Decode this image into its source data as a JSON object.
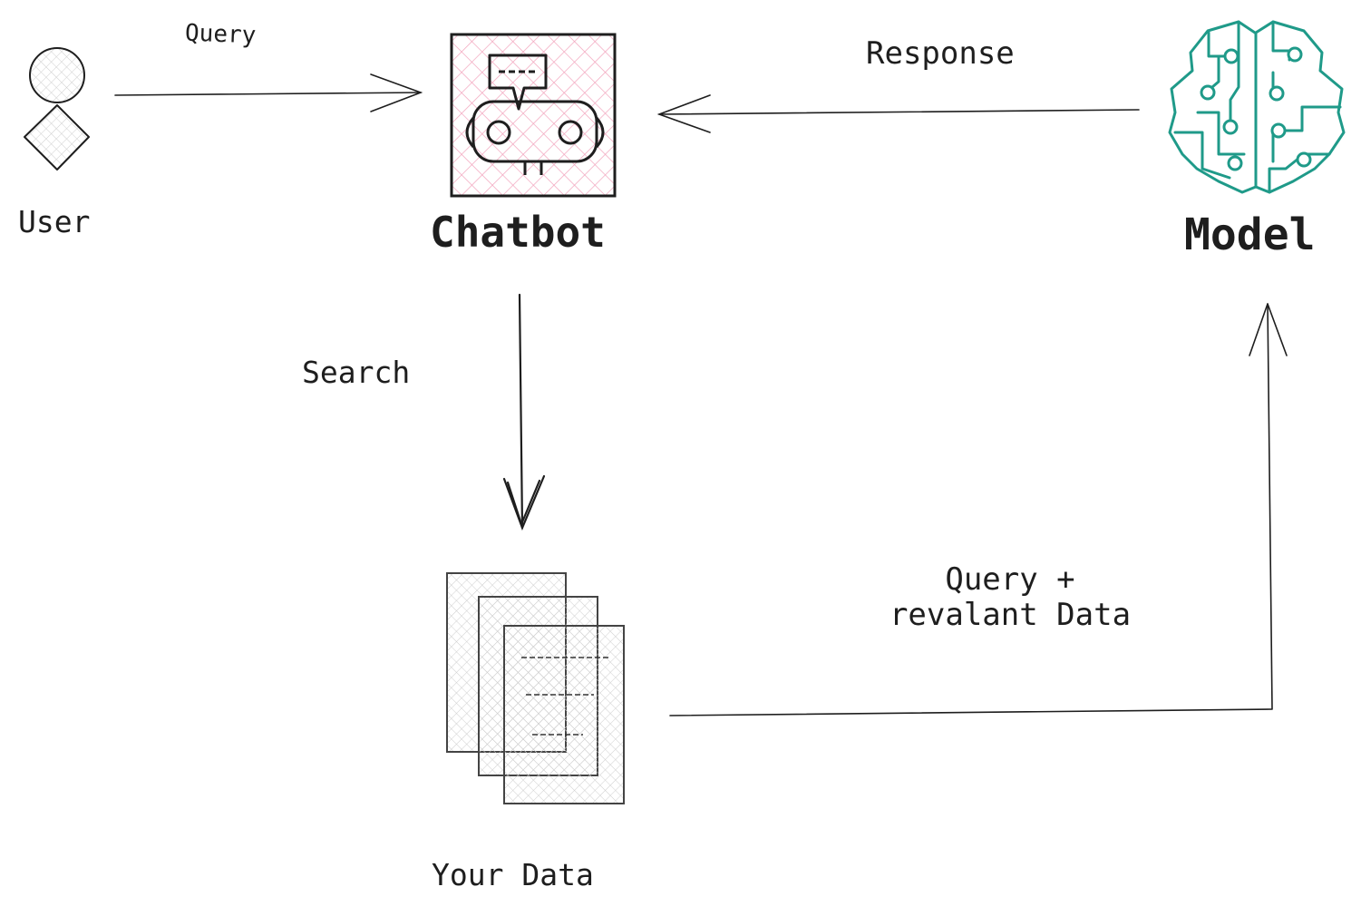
{
  "nodes": {
    "user": {
      "label": "User"
    },
    "chatbot": {
      "label": "Chatbot"
    },
    "model": {
      "label": "Model"
    },
    "data": {
      "label": "Your Data"
    }
  },
  "edges": {
    "user_to_chatbot": {
      "label": "Query"
    },
    "model_to_chatbot": {
      "label": "Response"
    },
    "chatbot_to_data": {
      "label": "Search"
    },
    "data_to_model": {
      "label": "Query +\nrevalant Data"
    }
  },
  "colors": {
    "stroke": "#1e1e1e",
    "chatbot_fill": "#f4a6be",
    "model_accent": "#1f9a89",
    "light_hatch": "#c8c8c8"
  }
}
